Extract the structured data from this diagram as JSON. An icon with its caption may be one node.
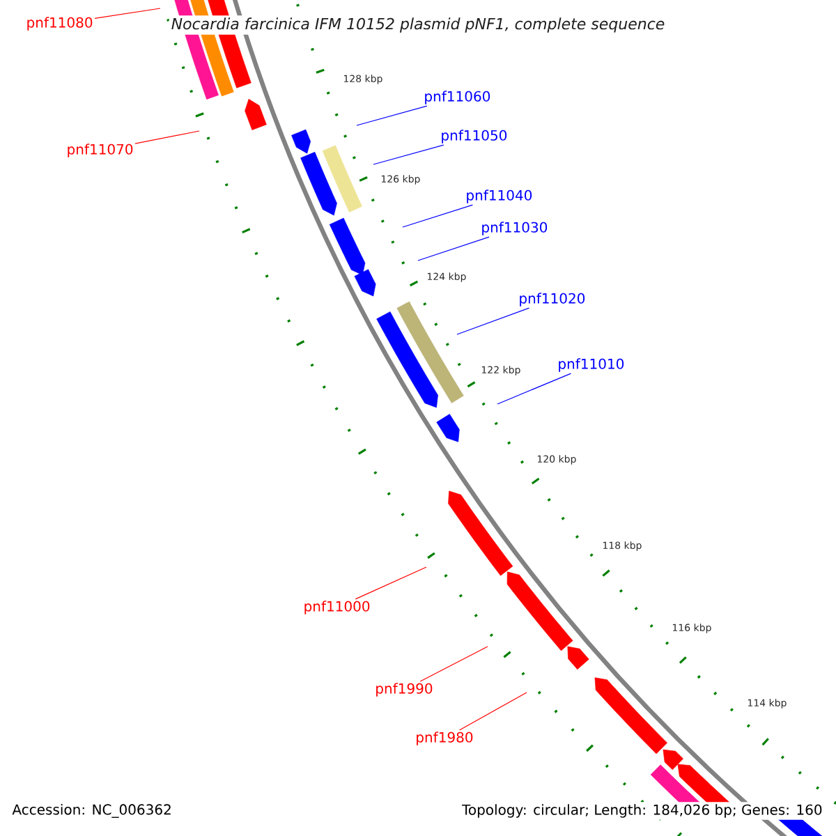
{
  "diagram": {
    "title": "Nocardia farcinica IFM 10152 plasmid pNF1, complete sequence",
    "nodes": [
      {
        "text": [
          "pnf11080"
        ]
      },
      {
        "text": [
          "pnf11070"
        ]
      },
      {
        "text": [
          "pnf11060"
        ]
      },
      {
        "text": [
          "pnf11050"
        ]
      },
      {
        "text": [
          "pnf11040"
        ]
      },
      {
        "text": [
          "pnf11030"
        ]
      },
      {
        "text": [
          "pnf11020"
        ]
      },
      {
        "text": [
          "pnf11010"
        ]
      },
      {
        "text": [
          "pnf11000"
        ]
      },
      {
        "text": [
          "pnf1990"
        ]
      },
      {
        "text": [
          "pnf1980"
        ]
      }
    ],
    "edges": [
      {
        "from": 0,
        "to": null,
        "arrow": "none",
        "color": "#ff0000"
      },
      {
        "from": 1,
        "to": null,
        "arrow": "none",
        "color": "#ff0000"
      },
      {
        "from": 2,
        "to": null,
        "arrow": "none"
      },
      {
        "from": 3,
        "to": null,
        "arrow": "none"
      },
      {
        "from": 4,
        "to": null,
        "arrow": "none"
      },
      {
        "from": 5,
        "to": null,
        "arrow": "none"
      },
      {
        "from": 6,
        "to": null,
        "arrow": "none"
      },
      {
        "from": 7,
        "to": null,
        "arrow": "none"
      },
      {
        "from": 8,
        "to": null,
        "arrow": "none",
        "color": "#ff0000"
      },
      {
        "from": 9,
        "to": null,
        "arrow": "none",
        "color": "#ff0000"
      },
      {
        "from": 10,
        "to": null,
        "arrow": "none",
        "color": "#ff0000"
      }
    ],
    "labels": [
      "128 kbp",
      "126 kbp",
      "124 kbp",
      "122 kbp",
      "120 kbp",
      "118 kbp",
      "116 kbp",
      "114 kbp",
      "Accession: NC_006362",
      "Topology: circular; Length: 184,026 bp; Genes: 160"
    ]
  }
}
